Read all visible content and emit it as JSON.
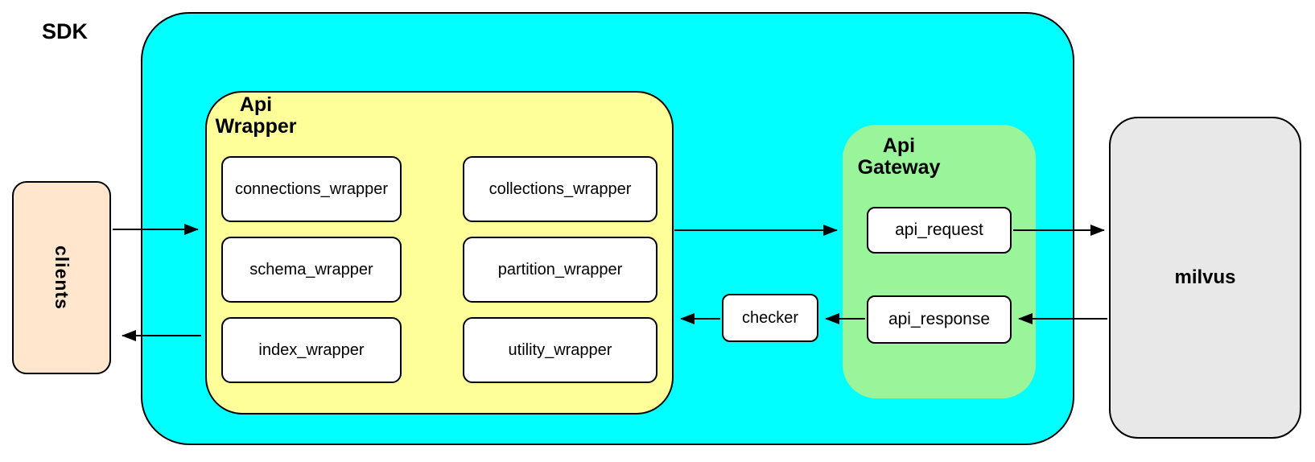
{
  "diagram": {
    "title_hint": "milvus SDK architecture flow",
    "clients": {
      "label": "clients"
    },
    "sdk": {
      "label": "SDK"
    },
    "api_wrapper": {
      "label": "Api\nWrapper",
      "modules": [
        "connections_wrapper",
        "collections_wrapper",
        "schema_wrapper",
        "partition_wrapper",
        "index_wrapper",
        "utility_wrapper"
      ]
    },
    "checker": {
      "label": "checker"
    },
    "api_gateway": {
      "label": "Api\nGateway",
      "request_label": "api_request",
      "response_label": "api_response"
    },
    "milvus": {
      "label": "milvus"
    },
    "colors": {
      "sdk_fill": "#00ffff",
      "api_wrapper_fill": "#ffff99",
      "api_gateway_fill": "#9af59a",
      "clients_fill": "#ffe6cc",
      "milvus_fill": "#e8e8e8",
      "module_fill": "#ffffff",
      "border": "#000000"
    },
    "flows": [
      "clients -> sdk",
      "api_wrapper -> api_gateway",
      "api_request -> milvus",
      "milvus -> api_response",
      "api_response -> checker",
      "checker -> api_wrapper",
      "sdk -> clients"
    ]
  }
}
